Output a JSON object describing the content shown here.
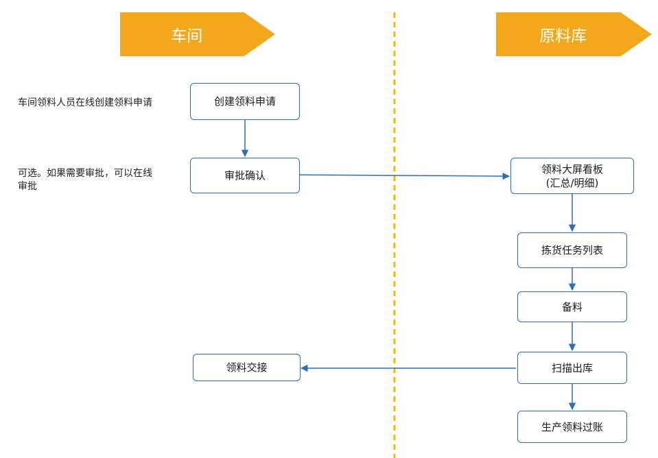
{
  "lanes": {
    "left": "车间",
    "right": "原料库"
  },
  "notes": {
    "create": "车间领料人员在线创建领料申请",
    "approve": "可选。如果需要审批，可以在线审批"
  },
  "nodes": {
    "create_request": "创建领料申请",
    "approval": "审批确认",
    "board": "领料大屏看板\n(汇总/明细)",
    "pick_tasks": "拣货任务列表",
    "prepare": "备料",
    "scan_out": "扫描出库",
    "handover": "领料交接",
    "posting": "生产领料过账"
  },
  "colors": {
    "banner": "#f3a81c",
    "node_border": "#2d6fb4",
    "arrow": "#2d6fb4",
    "divider": "#f5b400"
  }
}
